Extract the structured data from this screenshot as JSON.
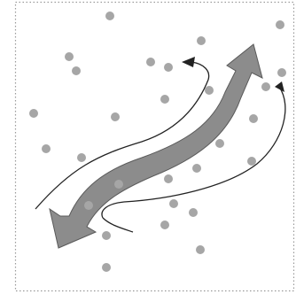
{
  "diagram": {
    "caption": "",
    "elements": {
      "frame": "dotted-border",
      "main_arrow": "double-headed-wavy-arrow",
      "flow_lines": [
        "upper-thin-arrow",
        "lower-thin-arrow",
        "lower-tail-curl"
      ],
      "particles_count_visible": 28
    },
    "colors": {
      "background": "#ffffff",
      "frame": "#9a9a9a",
      "arrow_fill": "#8c8c8c",
      "arrow_stroke": "#5a5a5a",
      "line": "#222222",
      "dot": "#a6a6a6"
    },
    "icons": [
      "double-headed-arrow-icon",
      "particle-dot-icon"
    ]
  }
}
